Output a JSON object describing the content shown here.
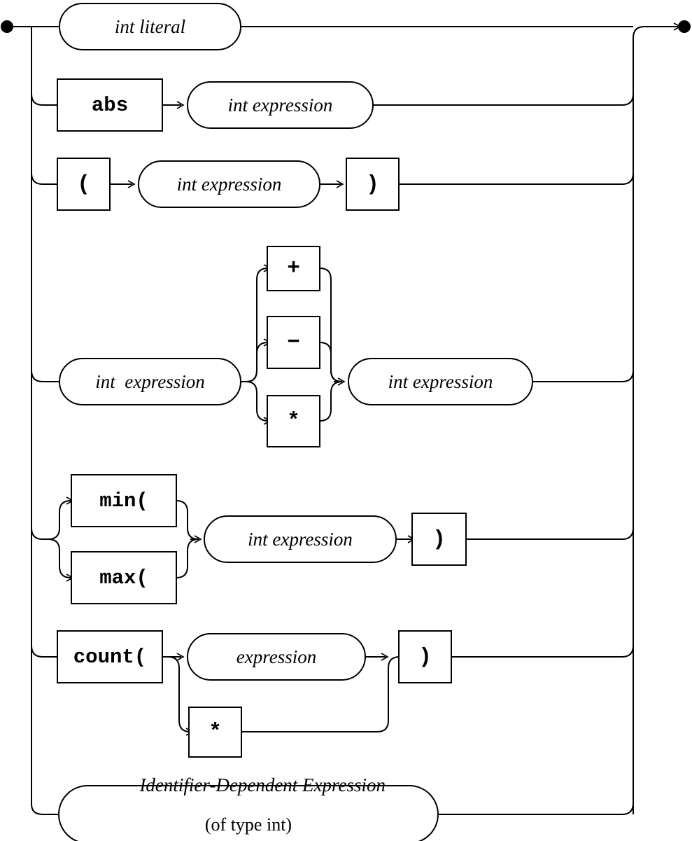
{
  "diagram": {
    "kind": "railroad-syntax-diagram",
    "title": "int expression",
    "colors": {
      "line": "#000000",
      "box_stroke": "#000000",
      "background": "#ffffff",
      "text": "#000000"
    },
    "endpoints": {
      "start_marker": "filled-circle",
      "end_marker": "filled-circle",
      "arrow_marker": "chevron-right"
    },
    "alternatives": [
      {
        "id": "alt-int-literal",
        "sequence": [
          {
            "id": "int-literal",
            "type": "nonterminal",
            "label": "int literal"
          }
        ]
      },
      {
        "id": "alt-abs",
        "sequence": [
          {
            "id": "abs",
            "type": "terminal",
            "label": "abs"
          },
          {
            "id": "abs-arg",
            "type": "nonterminal",
            "label": "int expression"
          }
        ]
      },
      {
        "id": "alt-paren",
        "sequence": [
          {
            "id": "lparen",
            "type": "terminal",
            "label": "("
          },
          {
            "id": "paren-arg",
            "type": "nonterminal",
            "label": "int expression"
          },
          {
            "id": "rparen",
            "type": "terminal",
            "label": ")"
          }
        ]
      },
      {
        "id": "alt-binary-operator",
        "sequence": [
          {
            "id": "binop-left",
            "type": "nonterminal",
            "label": "int  expression"
          },
          {
            "id": "binop-choice",
            "type": "choice",
            "options": [
              {
                "id": "op-plus",
                "type": "terminal",
                "label": "+"
              },
              {
                "id": "op-minus",
                "type": "terminal",
                "label": "−"
              },
              {
                "id": "op-times",
                "type": "terminal",
                "label": "*"
              }
            ]
          },
          {
            "id": "binop-right",
            "type": "nonterminal",
            "label": "int expression"
          }
        ]
      },
      {
        "id": "alt-min-max",
        "sequence": [
          {
            "id": "minmax-choice",
            "type": "choice",
            "options": [
              {
                "id": "min-open",
                "type": "terminal",
                "label": "min("
              },
              {
                "id": "max-open",
                "type": "terminal",
                "label": "max("
              }
            ]
          },
          {
            "id": "minmax-arg",
            "type": "nonterminal",
            "label": "int expression"
          },
          {
            "id": "minmax-close",
            "type": "terminal",
            "label": ")"
          }
        ]
      },
      {
        "id": "alt-count",
        "sequence": [
          {
            "id": "count-open",
            "type": "terminal",
            "label": "count("
          },
          {
            "id": "count-choice",
            "type": "choice",
            "options": [
              {
                "id": "count-expression",
                "type": "nonterminal",
                "label": "expression"
              },
              {
                "id": "count-star",
                "type": "terminal",
                "label": "*"
              }
            ]
          },
          {
            "id": "count-close",
            "type": "terminal",
            "label": ")"
          }
        ]
      },
      {
        "id": "alt-identifier-dependent",
        "sequence": [
          {
            "id": "identifier-dependent-expression",
            "type": "nonterminal",
            "label": "Identifier-Dependent Expression",
            "label_line2": "(of type int)"
          }
        ]
      }
    ]
  }
}
